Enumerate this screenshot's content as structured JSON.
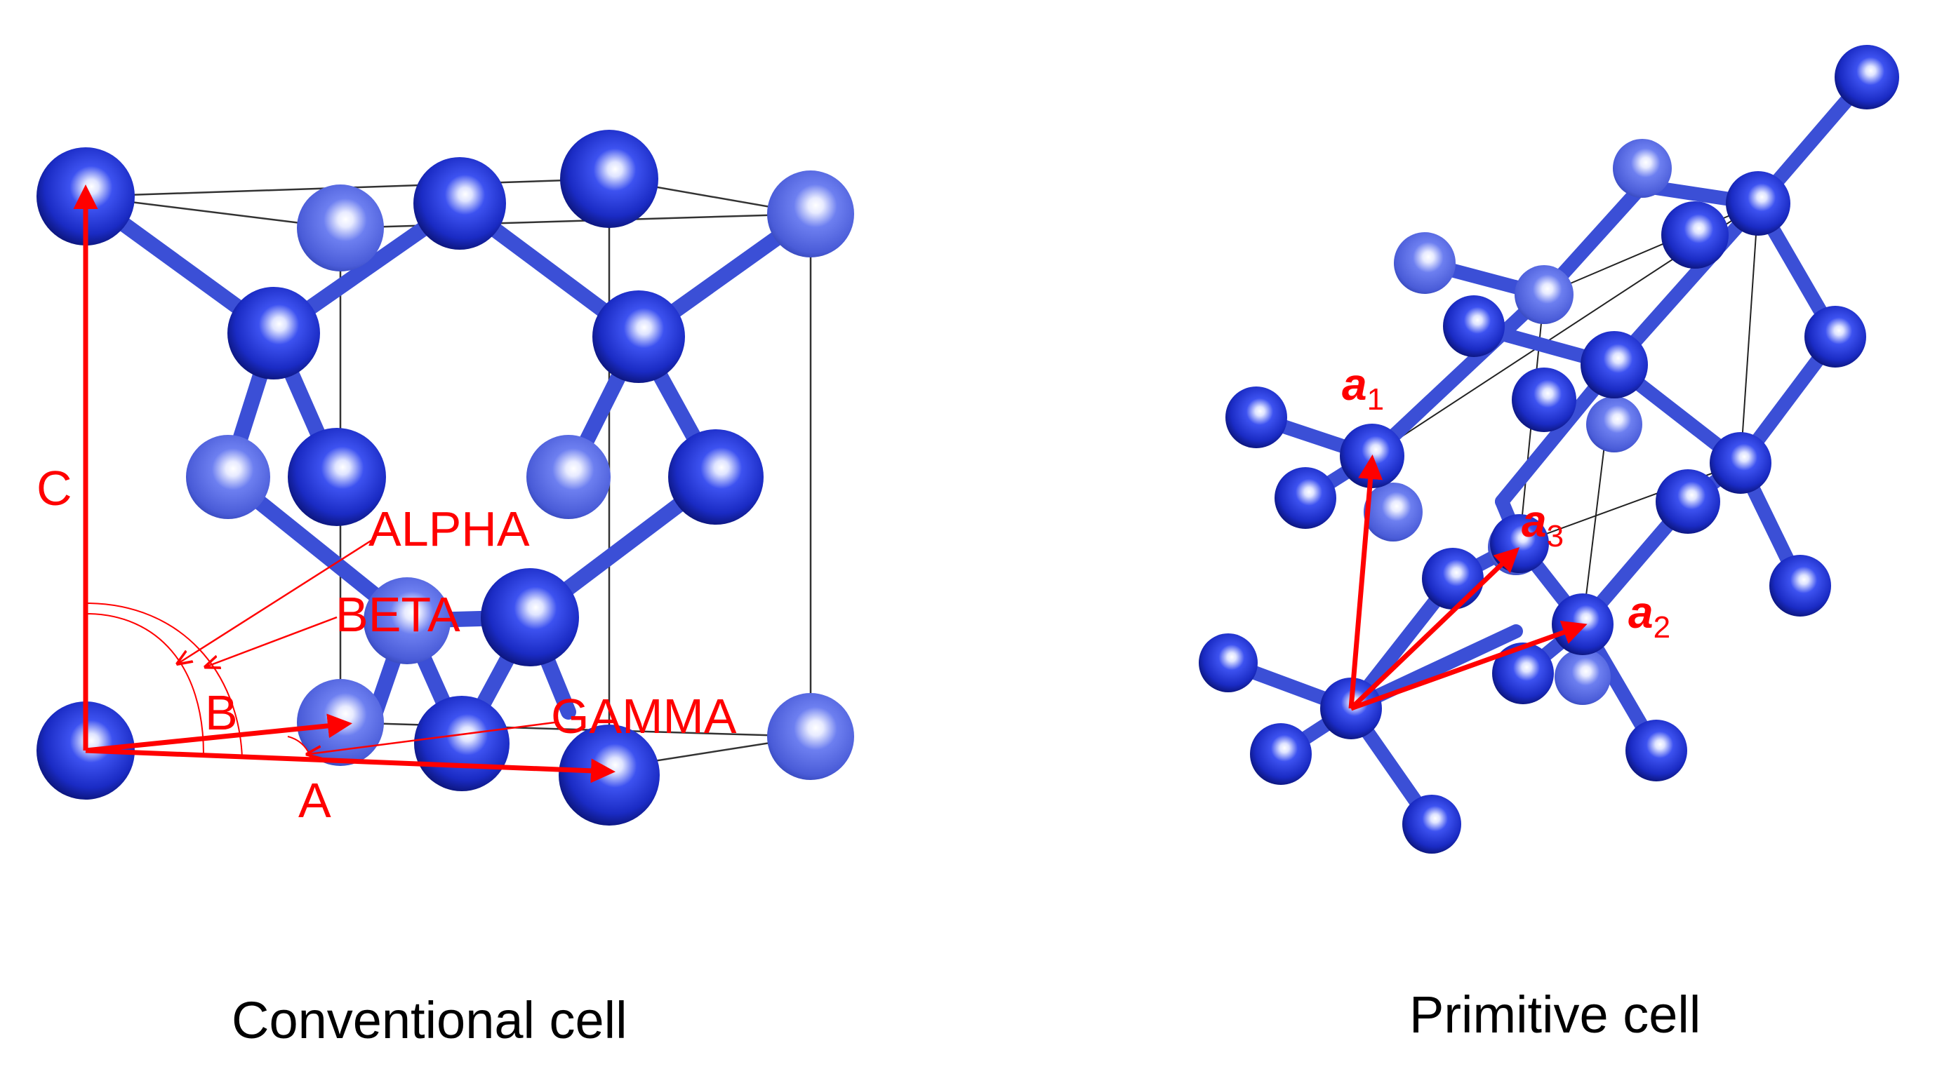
{
  "colors": {
    "atom_light": "#9fb0ff",
    "atom_mid": "#3a4ee0",
    "atom_dark": "#0c1a9a",
    "bond": "#3b4fd6",
    "annotation": "#ff0000",
    "cell_edge": "#222222"
  },
  "conventional": {
    "caption": "Conventional cell",
    "labels": {
      "c": "C",
      "a": "A",
      "b": "B",
      "alpha": "ALPHA",
      "beta": "BETA",
      "gamma": "GAMMA"
    }
  },
  "primitive": {
    "caption": "Primitive cell",
    "labels": {
      "a1_letter": "a",
      "a1_sub": "1",
      "a2_letter": "a",
      "a2_sub": "2",
      "a3_letter": "a",
      "a3_sub": "3"
    }
  }
}
